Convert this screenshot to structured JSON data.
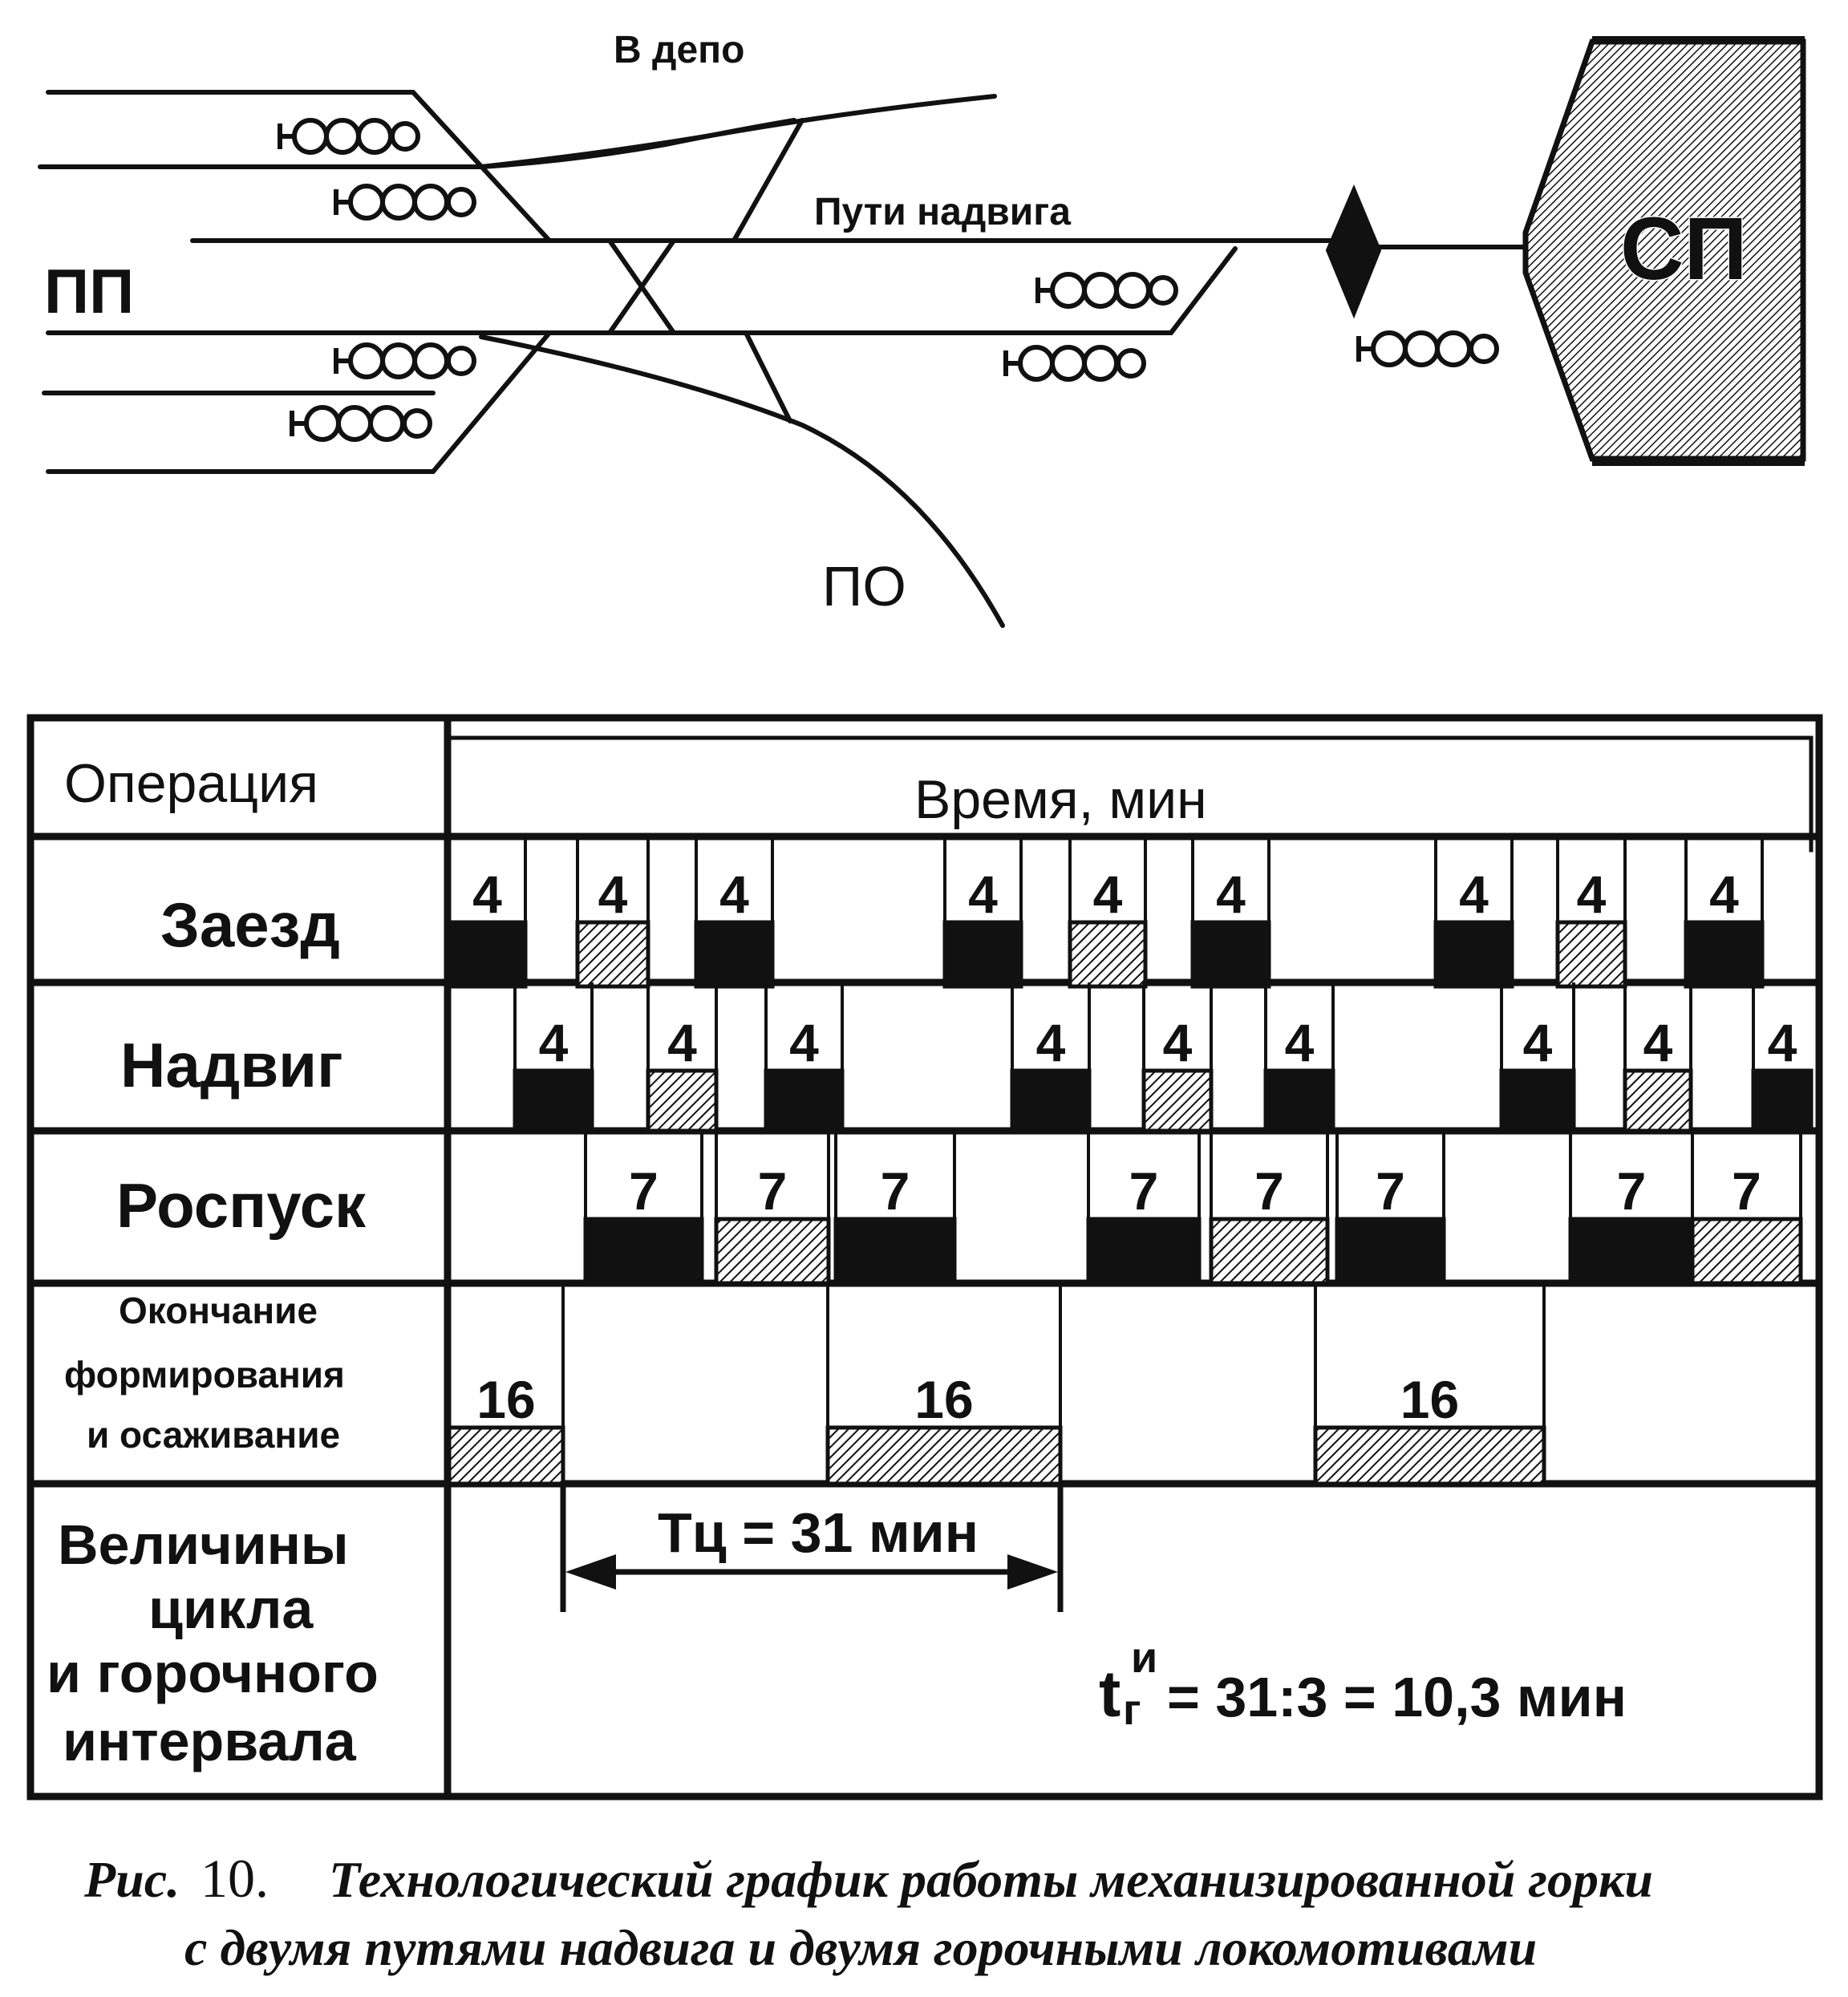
{
  "diagram": {
    "labels": {
      "depot": "В депо",
      "push_tracks": "Пути надвига",
      "receiving_park": "ПП",
      "departure_park": "ПО",
      "sorting_park": "СП"
    }
  },
  "table": {
    "header_operation": "Операция",
    "header_time": "Время, мин",
    "rows": {
      "arrival": "Заезд",
      "push": "Надвиг",
      "dissolve": "Роспуск",
      "finish_line1": "Окончание",
      "finish_line2": "формирования",
      "finish_line3": "и осаживание",
      "values_line1": "Величины",
      "values_line2": "цикла",
      "values_line3": "и горочного",
      "values_line4": "интервала"
    },
    "cycle_label": "Тц = 31 мин",
    "interval_t": "t",
    "interval_sub": "г",
    "interval_sup": "и",
    "interval_formula": "= 31:3 = 10,3 мин"
  },
  "schedule": {
    "arrival": [
      {
        "duration": "4",
        "fill": "solid"
      },
      {
        "duration": "4",
        "fill": "hatched"
      },
      {
        "duration": "4",
        "fill": "solid"
      },
      {
        "duration": "4",
        "fill": "solid"
      },
      {
        "duration": "4",
        "fill": "hatched"
      },
      {
        "duration": "4",
        "fill": "solid"
      },
      {
        "duration": "4",
        "fill": "solid"
      },
      {
        "duration": "4",
        "fill": "hatched"
      },
      {
        "duration": "4",
        "fill": "solid"
      }
    ],
    "push": [
      {
        "duration": "4",
        "fill": "solid"
      },
      {
        "duration": "4",
        "fill": "hatched"
      },
      {
        "duration": "4",
        "fill": "solid"
      },
      {
        "duration": "4",
        "fill": "solid"
      },
      {
        "duration": "4",
        "fill": "hatched"
      },
      {
        "duration": "4",
        "fill": "solid"
      },
      {
        "duration": "4",
        "fill": "solid"
      },
      {
        "duration": "4",
        "fill": "hatched"
      },
      {
        "duration": "4",
        "fill": "solid"
      }
    ],
    "dissolve": [
      {
        "duration": "7",
        "fill": "solid"
      },
      {
        "duration": "7",
        "fill": "hatched"
      },
      {
        "duration": "7",
        "fill": "solid"
      },
      {
        "duration": "7",
        "fill": "solid"
      },
      {
        "duration": "7",
        "fill": "hatched"
      },
      {
        "duration": "7",
        "fill": "solid"
      },
      {
        "duration": "7",
        "fill": "solid"
      },
      {
        "duration": "7",
        "fill": "hatched"
      }
    ],
    "finish": [
      {
        "duration": "16",
        "fill": "hatched"
      },
      {
        "duration": "16",
        "fill": "hatched"
      },
      {
        "duration": "16",
        "fill": "hatched"
      }
    ]
  },
  "caption": {
    "prefix": "Рис.",
    "number": "10.",
    "line1": "Технологический график работы механизированной горки",
    "line2": "с двумя путями надвига и двумя горочными локомотивами"
  },
  "colors": {
    "ink": "#111111",
    "paper": "#ffffff"
  }
}
